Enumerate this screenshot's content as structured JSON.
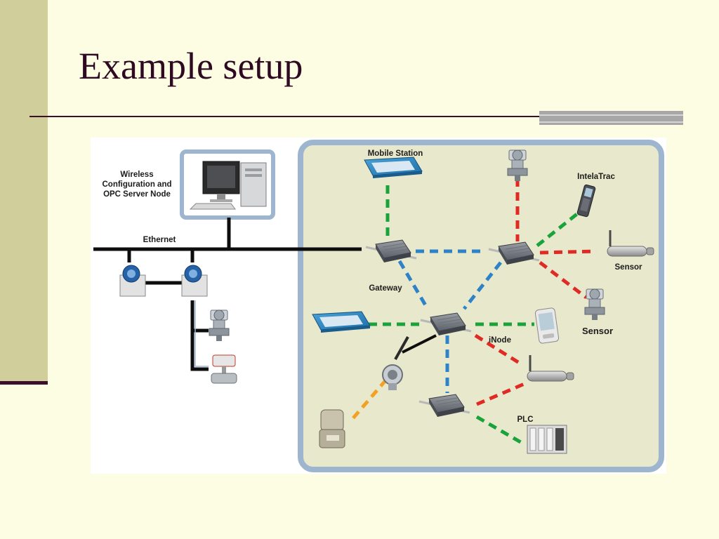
{
  "slide": {
    "title": "Example setup"
  },
  "diagram": {
    "labels": {
      "config_node_line1": "Wireless",
      "config_node_line2": "Configuration and",
      "config_node_line3": "OPC Server Node",
      "ethernet": "Ethernet",
      "mobile_station": "Mobile Station",
      "intelatrac": "IntelaTrac",
      "sensor_a": "Sensor",
      "sensor_b": "Sensor",
      "gateway": "Gateway",
      "inode": "iNode",
      "plc": "PLC"
    },
    "link_colors": {
      "ethernet": "#0d0d0d",
      "green": "#1aa33a",
      "red": "#e02a24",
      "blue": "#2e82c8",
      "orange": "#f2a124"
    },
    "panel_colors": {
      "border": "#9db5cf",
      "fill": "#e8e8cc"
    }
  }
}
